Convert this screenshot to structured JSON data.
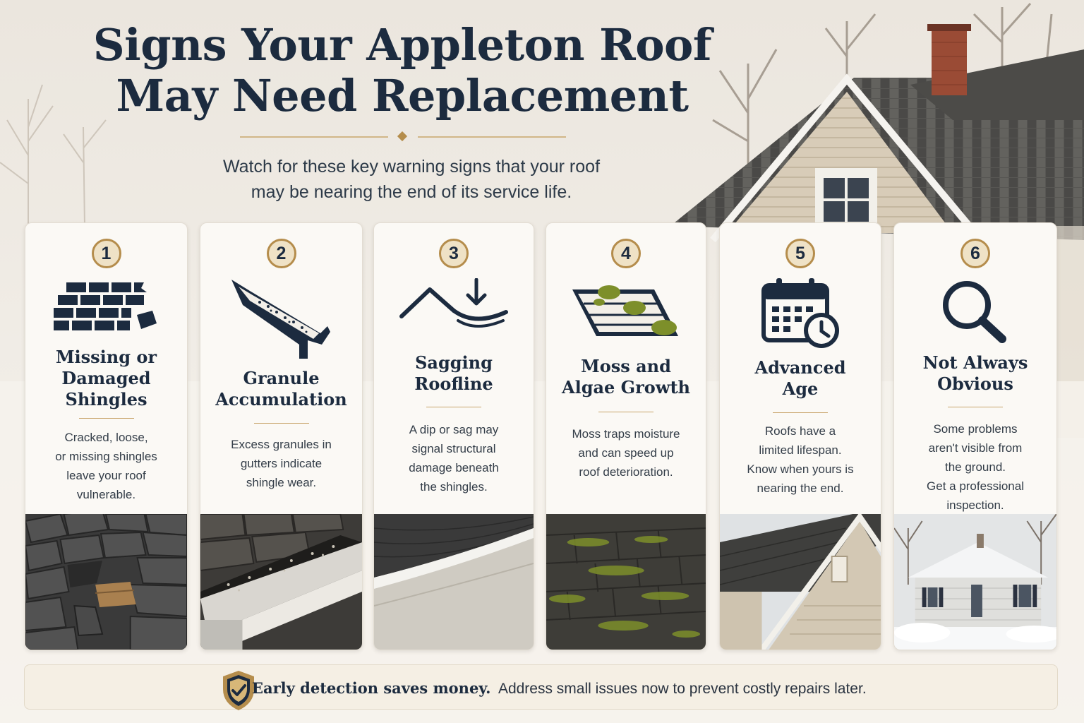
{
  "header": {
    "title_line1": "Signs Your Appleton Roof",
    "title_line2": "May Need Replacement",
    "subtitle_line1": "Watch for these key warning signs that your roof",
    "subtitle_line2": "may be nearing the end of its service life."
  },
  "cards": [
    {
      "number": "1",
      "icon": "missing-shingles-icon",
      "title": [
        "Missing or",
        "Damaged",
        "Shingles"
      ],
      "description": [
        "Cracked, loose,",
        "or missing shingles",
        "leave your roof",
        "vulnerable."
      ]
    },
    {
      "number": "2",
      "icon": "gutter-granules-icon",
      "title": [
        "Granule",
        "Accumulation"
      ],
      "description": [
        "Excess granules in",
        "gutters indicate",
        "shingle wear."
      ]
    },
    {
      "number": "3",
      "icon": "sagging-roof-icon",
      "title": [
        "Sagging",
        "Roofline"
      ],
      "description": [
        "A dip or sag may",
        "signal structural",
        "damage beneath",
        "the shingles."
      ]
    },
    {
      "number": "4",
      "icon": "moss-roof-icon",
      "title": [
        "Moss and",
        "Algae Growth"
      ],
      "description": [
        "Moss traps moisture",
        "and can speed up",
        "roof deterioration."
      ]
    },
    {
      "number": "5",
      "icon": "calendar-clock-icon",
      "title": [
        "Advanced",
        "Age"
      ],
      "description": [
        "Roofs have a",
        "limited lifespan.",
        "Know when yours is",
        "nearing the end."
      ]
    },
    {
      "number": "6",
      "icon": "magnifier-icon",
      "title": [
        "Not Always",
        "Obvious"
      ],
      "description": [
        "Some problems",
        "aren't visible from",
        "the ground.",
        "Get a professional",
        "inspection."
      ]
    }
  ],
  "footer": {
    "icon": "shield-check-icon",
    "bold": "Early detection saves money.",
    "text": "Address small issues now to prevent costly repairs later."
  },
  "colors": {
    "navy": "#1c2b3f",
    "gold": "#b58d4c",
    "moss": "#7d8f2a",
    "card_bg": "#fbf9f5"
  }
}
